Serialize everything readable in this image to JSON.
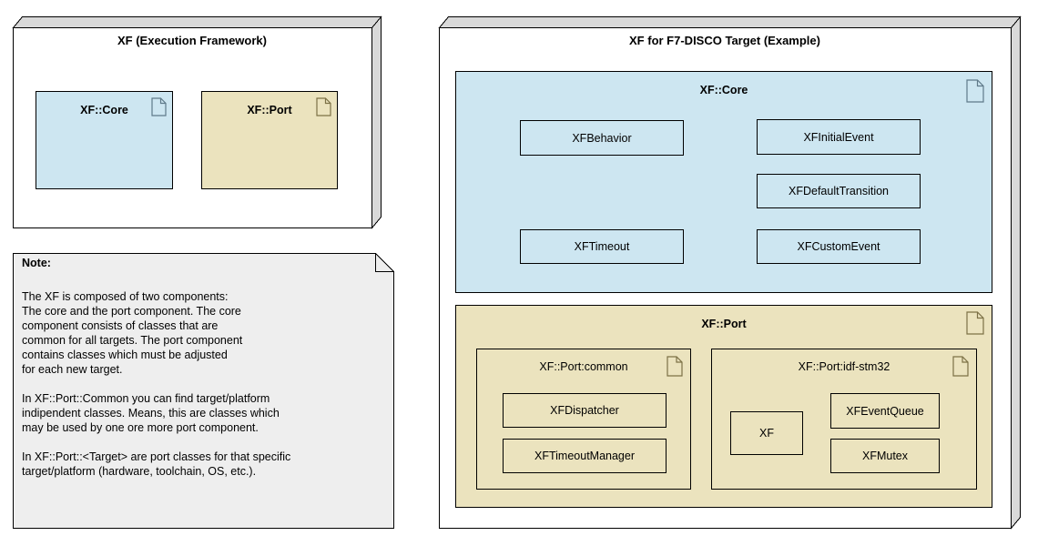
{
  "colors": {
    "core_fill": "#cde6f1",
    "port_fill": "#ebe3be",
    "note_fill": "#eeeeee",
    "side_fill": "#d9d9d9",
    "core_icon_stroke": "#5f7a8a",
    "port_icon_stroke": "#7c7146"
  },
  "icons": {
    "package_icon": "note-page-icon"
  },
  "left_node": {
    "title": "XF (Execution Framework)",
    "packages": [
      {
        "label": "XF::Core"
      },
      {
        "label": "XF::Port"
      }
    ]
  },
  "note": {
    "heading": "Note:",
    "paragraphs": [
      "The XF is composed of two components:\nThe core and the port component. The core\ncomponent consists of classes that are\ncommon for all targets. The port component\ncontains classes which must be adjusted\nfor each new target.",
      "In XF::Port::Common you can find target/platform\nindipendent classes. Means, this are classes which\nmay be used by one ore more port component.",
      "In XF::Port::<Target> are port classes for that specific\ntarget/platform (hardware, toolchain, OS, etc.)."
    ]
  },
  "right_node": {
    "title": "XF for F7-DISCO Target (Example)",
    "core_package": {
      "label": "XF::Core",
      "classes": [
        "XFBehavior",
        "XFInitialEvent",
        "XFDefaultTransition",
        "XFTimeout",
        "XFCustomEvent"
      ]
    },
    "port_package": {
      "label": "XF::Port",
      "subpackages": [
        {
          "label": "XF::Port:common",
          "classes": [
            "XFDispatcher",
            "XFTimeoutManager"
          ]
        },
        {
          "label": "XF::Port:idf-stm32",
          "classes": [
            "XF",
            "XFEventQueue",
            "XFMutex"
          ]
        }
      ]
    }
  }
}
